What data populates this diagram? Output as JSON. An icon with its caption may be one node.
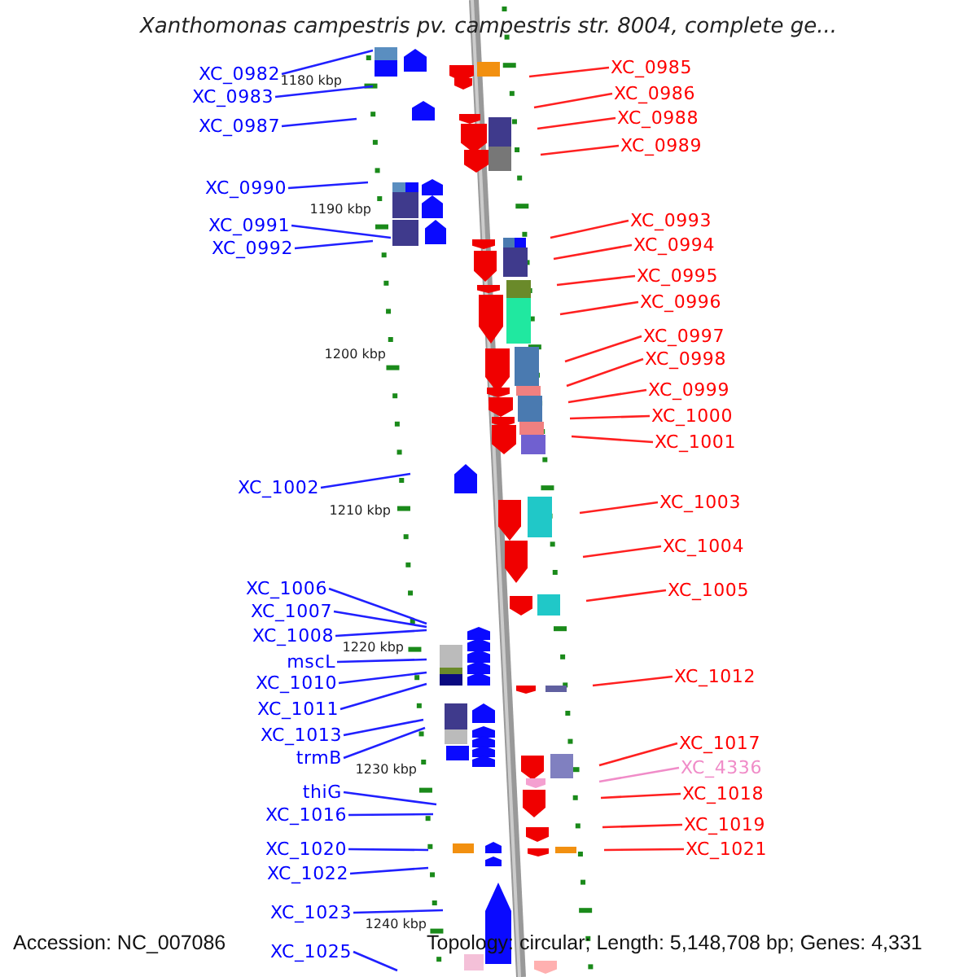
{
  "diagram": {
    "title": "Xanthomonas campestris pv. campestris str. 8004, complete ge...",
    "nodes": [
      {
        "text": [
          "XC_0982"
        ]
      },
      {
        "text": [
          "XC_0983"
        ]
      },
      {
        "text": [
          "XC_0987"
        ]
      },
      {
        "text": [
          "XC_0990"
        ]
      },
      {
        "text": [
          "XC_0991"
        ]
      },
      {
        "text": [
          "XC_0992"
        ]
      },
      {
        "text": [
          "XC_1002"
        ]
      },
      {
        "text": [
          "XC_1006"
        ]
      },
      {
        "text": [
          "XC_1007"
        ]
      },
      {
        "text": [
          "XC_1008"
        ]
      },
      {
        "text": [
          "mscL"
        ]
      },
      {
        "text": [
          "XC_1010"
        ]
      },
      {
        "text": [
          "XC_1011"
        ]
      },
      {
        "text": [
          "XC_1013"
        ]
      },
      {
        "text": [
          "trmB"
        ]
      },
      {
        "text": [
          "thiG"
        ]
      },
      {
        "text": [
          "XC_1016"
        ]
      },
      {
        "text": [
          "XC_1020"
        ]
      },
      {
        "text": [
          "XC_1022"
        ]
      },
      {
        "text": [
          "XC_1023"
        ]
      },
      {
        "text": [
          "XC_1025"
        ]
      },
      {
        "text": [
          "XC_0985"
        ]
      },
      {
        "text": [
          "XC_0986"
        ]
      },
      {
        "text": [
          "XC_0988"
        ]
      },
      {
        "text": [
          "XC_0989"
        ]
      },
      {
        "text": [
          "XC_0993"
        ]
      },
      {
        "text": [
          "XC_0994"
        ]
      },
      {
        "text": [
          "XC_0995"
        ]
      },
      {
        "text": [
          "XC_0996"
        ]
      },
      {
        "text": [
          "XC_0997"
        ]
      },
      {
        "text": [
          "XC_0998"
        ]
      },
      {
        "text": [
          "XC_0999"
        ]
      },
      {
        "text": [
          "XC_1000"
        ]
      },
      {
        "text": [
          "XC_1001"
        ]
      },
      {
        "text": [
          "XC_1003"
        ]
      },
      {
        "text": [
          "XC_1004"
        ]
      },
      {
        "text": [
          "XC_1005"
        ]
      },
      {
        "text": [
          "XC_1012"
        ]
      },
      {
        "text": [
          "XC_1017"
        ]
      },
      {
        "text": [
          "XC_4336"
        ]
      },
      {
        "text": [
          "XC_1018"
        ]
      },
      {
        "text": [
          "XC_1019"
        ]
      },
      {
        "text": [
          "XC_1021"
        ]
      }
    ],
    "edges": [
      {
        "from": 0,
        "to": null,
        "arrow": "none"
      },
      {
        "from": 1,
        "to": null,
        "arrow": "none"
      },
      {
        "from": 2,
        "to": null,
        "arrow": "none"
      },
      {
        "from": 3,
        "to": null,
        "arrow": "none"
      },
      {
        "from": 4,
        "to": null,
        "arrow": "none"
      },
      {
        "from": 5,
        "to": null,
        "arrow": "none"
      },
      {
        "from": 6,
        "to": null,
        "arrow": "none"
      },
      {
        "from": 7,
        "to": null,
        "arrow": "none"
      },
      {
        "from": 8,
        "to": null,
        "arrow": "none"
      },
      {
        "from": 9,
        "to": null,
        "arrow": "none"
      },
      {
        "from": 10,
        "to": null,
        "arrow": "none"
      },
      {
        "from": 11,
        "to": null,
        "arrow": "none"
      },
      {
        "from": 12,
        "to": null,
        "arrow": "none"
      },
      {
        "from": 13,
        "to": null,
        "arrow": "none"
      },
      {
        "from": 14,
        "to": null,
        "arrow": "none"
      },
      {
        "from": 15,
        "to": null,
        "arrow": "none"
      },
      {
        "from": 16,
        "to": null,
        "arrow": "none"
      },
      {
        "from": 17,
        "to": null,
        "arrow": "none"
      },
      {
        "from": 18,
        "to": null,
        "arrow": "none"
      },
      {
        "from": 19,
        "to": null,
        "arrow": "none"
      },
      {
        "from": 20,
        "to": null,
        "arrow": "none"
      },
      {
        "from": 21,
        "to": null,
        "arrow": "none",
        "color": "#ff2020"
      },
      {
        "from": 22,
        "to": null,
        "arrow": "none",
        "color": "#ff2020"
      },
      {
        "from": 23,
        "to": null,
        "arrow": "none",
        "color": "#ff2020"
      },
      {
        "from": 24,
        "to": null,
        "arrow": "none",
        "color": "#ff2020"
      },
      {
        "from": 25,
        "to": null,
        "arrow": "none",
        "color": "#ff2020"
      },
      {
        "from": 26,
        "to": null,
        "arrow": "none",
        "color": "#ff2020"
      },
      {
        "from": 27,
        "to": null,
        "arrow": "none",
        "color": "#ff2020"
      },
      {
        "from": 28,
        "to": null,
        "arrow": "none",
        "color": "#ff2020"
      },
      {
        "from": 29,
        "to": null,
        "arrow": "none",
        "color": "#ff2020"
      },
      {
        "from": 30,
        "to": null,
        "arrow": "none",
        "color": "#ff2020"
      },
      {
        "from": 31,
        "to": null,
        "arrow": "none",
        "color": "#ff2020"
      },
      {
        "from": 32,
        "to": null,
        "arrow": "none",
        "color": "#ff2020"
      },
      {
        "from": 33,
        "to": null,
        "arrow": "none",
        "color": "#ff2020"
      },
      {
        "from": 34,
        "to": null,
        "arrow": "none",
        "color": "#ff2020"
      },
      {
        "from": 35,
        "to": null,
        "arrow": "none",
        "color": "#ff2020"
      },
      {
        "from": 36,
        "to": null,
        "arrow": "none",
        "color": "#ff2020"
      },
      {
        "from": 37,
        "to": null,
        "arrow": "none",
        "color": "#ff2020"
      },
      {
        "from": 38,
        "to": null,
        "arrow": "none",
        "color": "#ff2020"
      },
      {
        "from": 39,
        "to": null,
        "arrow": "none",
        "color": "#f08cc8"
      },
      {
        "from": 40,
        "to": null,
        "arrow": "none",
        "color": "#ff2020"
      },
      {
        "from": 41,
        "to": null,
        "arrow": "none",
        "color": "#ff2020"
      },
      {
        "from": 42,
        "to": null,
        "arrow": "none",
        "color": "#ff2020"
      }
    ],
    "labels": [
      "1180 kbp",
      "1190 kbp",
      "1200 kbp",
      "1210 kbp",
      "1220 kbp",
      "1230 kbp",
      "1240 kbp",
      "Accession: NC_007086",
      "Topology: circular; Length: 5,148,708 bp; Genes: 4,331"
    ]
  }
}
